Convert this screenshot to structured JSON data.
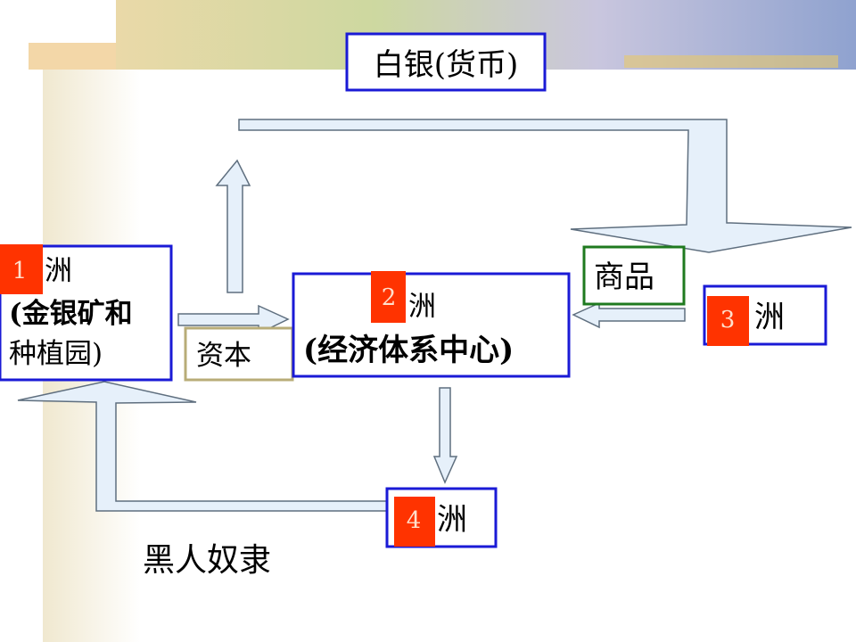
{
  "title": "白银(货币)",
  "boxes": {
    "box1": {
      "number": "1",
      "lines": [
        "洲",
        "(金银矿和",
        "种植园)"
      ]
    },
    "box2": {
      "number": "2",
      "lines": [
        "洲",
        "(经济体系中心)"
      ]
    },
    "box3": {
      "number": "3",
      "lines": [
        "洲"
      ]
    },
    "box4": {
      "number": "4",
      "lines": [
        "洲"
      ]
    }
  },
  "labels": {
    "capital": "资本",
    "goods": "商品",
    "slaves": "黑人奴隶"
  },
  "colors": {
    "box_border": "#1a1ad6",
    "number_tag": "#ff3300",
    "arrow_fill": "#e6f0fa",
    "arrow_stroke": "#5f6f7f",
    "capital_border": "#b8ac78",
    "goods_border": "#1f7a1f",
    "left_band": "#f2ecd6"
  }
}
